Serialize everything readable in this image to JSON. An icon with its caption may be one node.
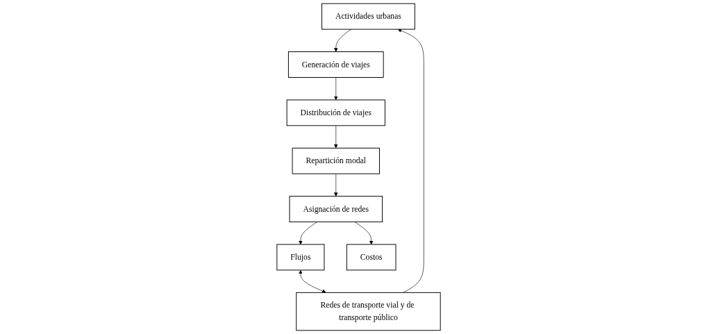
{
  "diagram": {
    "nodes": [
      {
        "text": [
          "Actividades urbanas"
        ]
      },
      {
        "text": [
          "Generación de viajes"
        ]
      },
      {
        "text": [
          "Redes de transporte vial y de transporte público"
        ]
      },
      {
        "text": [
          "Distribución de viajes"
        ]
      },
      {
        "text": [
          "Repartición modal"
        ]
      },
      {
        "text": [
          "Asignación de redes"
        ]
      },
      {
        "text": [
          "Flujos"
        ]
      },
      {
        "text": [
          "Costos"
        ]
      }
    ],
    "edges": [
      {
        "from": 0,
        "to": 1,
        "arrow": "to"
      },
      {
        "from": 1,
        "to": 3,
        "arrow": "to"
      },
      {
        "from": 3,
        "to": 4,
        "arrow": "to"
      },
      {
        "from": 4,
        "to": 5,
        "arrow": "to"
      },
      {
        "from": 5,
        "to": 6,
        "arrow": "to"
      },
      {
        "from": 5,
        "to": 7,
        "arrow": "to"
      },
      {
        "from": 6,
        "to": 2,
        "arrow": "both"
      },
      {
        "from": 2,
        "to": 0,
        "arrow": "to"
      }
    ]
  }
}
